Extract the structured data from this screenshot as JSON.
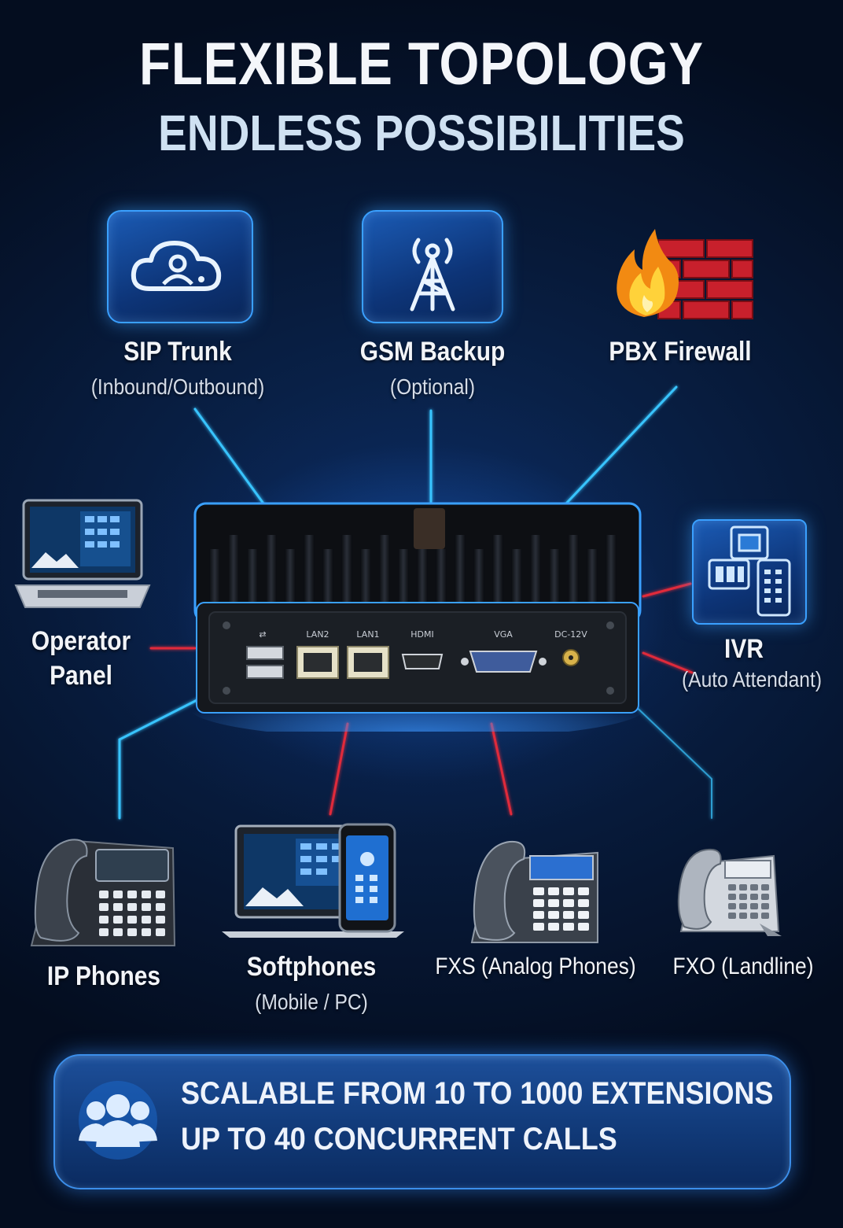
{
  "header": {
    "title": "FLEXIBLE TOPOLOGY",
    "subtitle": "ENDLESS POSSIBILITIES"
  },
  "nodes": {
    "sip_trunk": {
      "label": "SIP Trunk",
      "sub": "(Inbound/Outbound)",
      "icon": "cloud-user-icon"
    },
    "gsm_backup": {
      "label": "GSM Backup",
      "sub": "(Optional)",
      "icon": "antenna-tower-icon"
    },
    "pbx_firewall": {
      "label": "PBX Firewall",
      "icon": "firewall-icon"
    },
    "operator_panel": {
      "label_line1": "Operator",
      "label_line2": "Panel",
      "icon": "laptop-icon"
    },
    "ivr": {
      "label": "IVR",
      "sub": "(Auto Attendant)",
      "icon": "ivr-devices-icon"
    },
    "ip_phones": {
      "label": "IP Phones",
      "icon": "ip-phone-icon"
    },
    "softphones": {
      "label": "Softphones",
      "sub": "(Mobile / PC)",
      "icon": "monitor-mobile-icon"
    },
    "fxs": {
      "label": "FXS (Analog Phones)",
      "icon": "analog-phone-icon"
    },
    "fxo": {
      "label": "FXO (Landline)",
      "icon": "landline-phone-icon"
    }
  },
  "device": {
    "ports": [
      "LAN2",
      "LAN1",
      "HDMI",
      "VGA",
      "DC-12V"
    ]
  },
  "banner": {
    "line1": "SCALABLE FROM 10 TO 1000 EXTENSIONS",
    "line2": "UP TO 40 CONCURRENT CALLS",
    "icon": "users-group-icon"
  },
  "colors": {
    "accent_blue": "#3aa0ff",
    "link_red": "#e02a3a",
    "background": "#061226"
  }
}
